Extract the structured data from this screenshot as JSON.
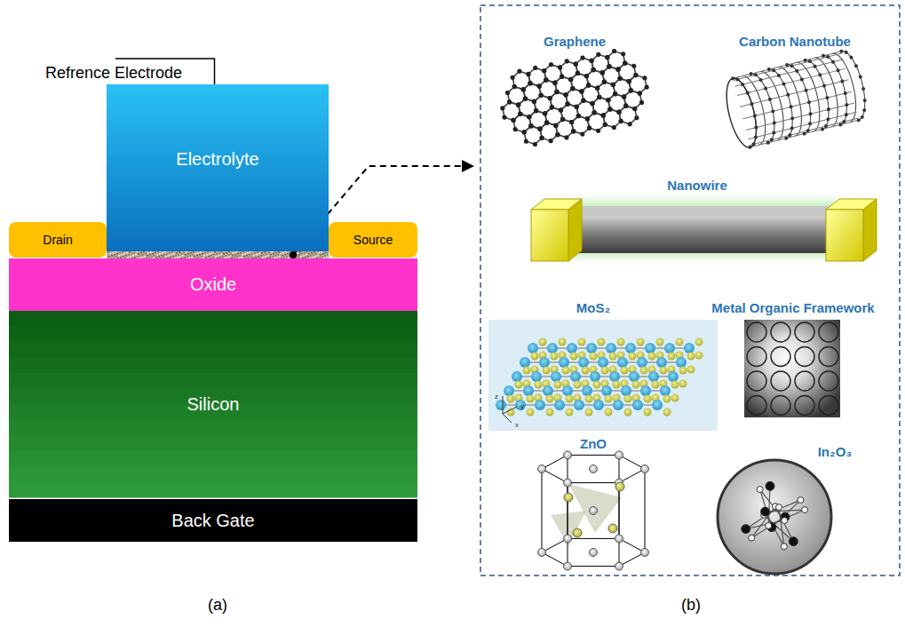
{
  "diagram": {
    "nodes": [
      {
        "text": [
          "Electrolyte"
        ]
      },
      {
        "text": [
          "Drain"
        ]
      },
      {
        "text": [
          "Source"
        ]
      },
      {
        "text": [
          "Oxide"
        ]
      },
      {
        "text": [
          "Silicon"
        ]
      },
      {
        "text": [
          "Back Gate"
        ]
      }
    ],
    "labels": [
      "Refrence Electrode",
      "Graphene",
      "Carbon Nanotube",
      "Nanowire",
      "MoS₂",
      "Metal Organic Framework",
      "z",
      "y",
      "x",
      "ZnO",
      "In₂O₃",
      "(a)",
      "(b)"
    ]
  }
}
